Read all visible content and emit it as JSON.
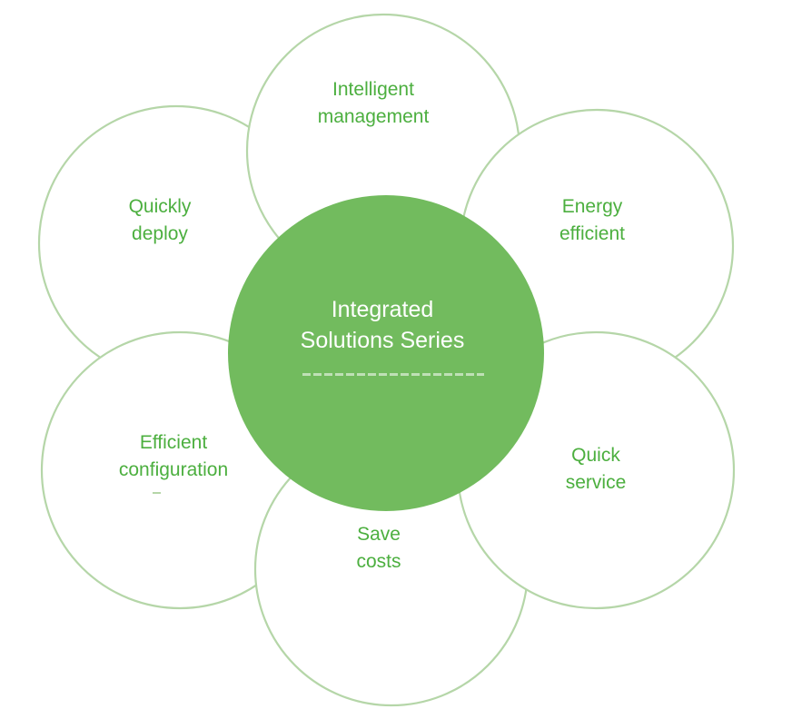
{
  "diagram": {
    "title": "Integrated Solutions Series",
    "center": {
      "label": "Integrated\nSolutions Series",
      "fill_color": "#72bb5e",
      "text_color": "#ffffff"
    },
    "petal_stroke_color": "#b5d6a8",
    "petal_text_color": "#4caf3f",
    "petals": [
      {
        "id": "upper-left",
        "label": "Quickly\ndeploy"
      },
      {
        "id": "lower-left",
        "label": "Efficient\nconfiguration"
      },
      {
        "id": "top",
        "label": "Intelligent\nmanagement"
      },
      {
        "id": "bottom",
        "label": "Save\ncosts"
      },
      {
        "id": "upper-right",
        "label": "Energy\nefficient"
      },
      {
        "id": "lower-right",
        "label": "Quick\nservice"
      }
    ]
  }
}
